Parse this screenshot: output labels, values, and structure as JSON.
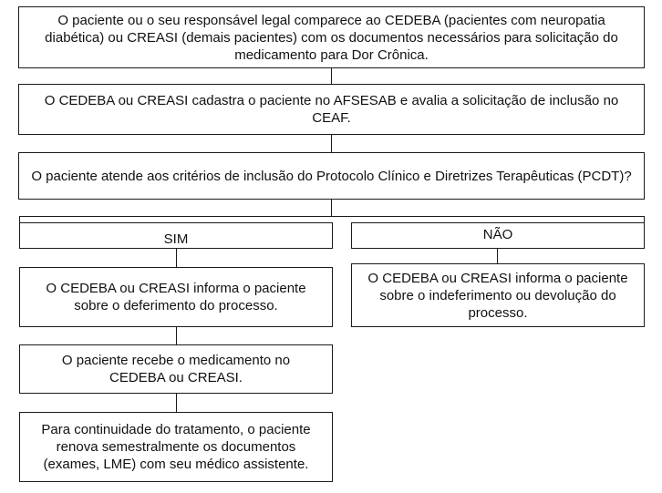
{
  "flowchart": {
    "step1": "O paciente ou o seu responsável legal comparece ao CEDEBA (pacientes com neuropatia diabética) ou CREASI (demais pacientes) com os documentos necessários para solicitação do medicamento para Dor Crônica.",
    "step2": "O CEDEBA ou CREASI cadastra o paciente no AFSESAB e avalia a solicitação de inclusão no CEAF.",
    "question": "O paciente atende aos critérios de inclusão do Protocolo Clínico e Diretrizes Terapêuticas (PCDT)?",
    "yes_label": "SIM",
    "no_label": "NÃO",
    "yes_result": "O CEDEBA ou CREASI informa o paciente sobre o deferimento do processo.",
    "no_result": "O CEDEBA ou CREASI informa o paciente sobre o indeferimento ou devolução do processo.",
    "receive": "O paciente recebe o medicamento no CEDEBA ou CREASI.",
    "renew": "Para continuidade do tratamento, o paciente renova semestralmente os documentos (exames, LME) com seu médico assistente."
  }
}
